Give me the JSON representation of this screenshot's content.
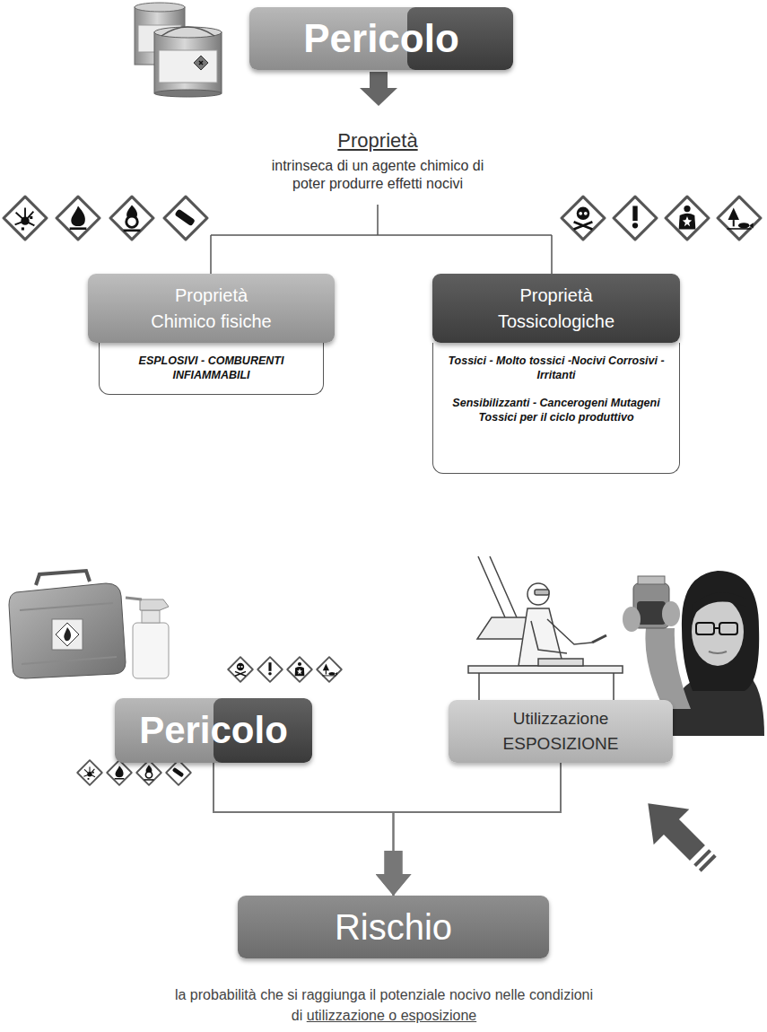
{
  "diagram": {
    "nodes": [
      {
        "text": [
          "Pericolo"
        ]
      },
      {
        "text": [
          "Proprietà Chimico fisiche",
          "ESPLOSIVI - COMBURENTI INFIAMMABILI"
        ]
      },
      {
        "text": [
          "Proprietà Tossicologiche",
          "Tossici - Molto tossici -Nocivi Corrosivi - Irritanti",
          "Sensibilizzanti - Cancerogeni Mutageni",
          "Tossici per il ciclo produttivo"
        ]
      },
      {
        "text": [
          "Pericolo"
        ]
      },
      {
        "text": [
          "Utilizzazione",
          "ESPOSIZIONE"
        ]
      },
      {
        "text": [
          "Rischio"
        ]
      }
    ],
    "edges": [
      {
        "from": 3,
        "to": 5,
        "arrow": "to"
      },
      {
        "from": 4,
        "to": 5,
        "arrow": "to"
      }
    ],
    "labels": [
      "Proprietà",
      "intrinseca di un agente chimico di poter produrre effetti nocivi",
      "la probabilità che si raggiunga il potenziale nocivo nelle condizioni di",
      "utilizzazione o esposizione"
    ]
  }
}
